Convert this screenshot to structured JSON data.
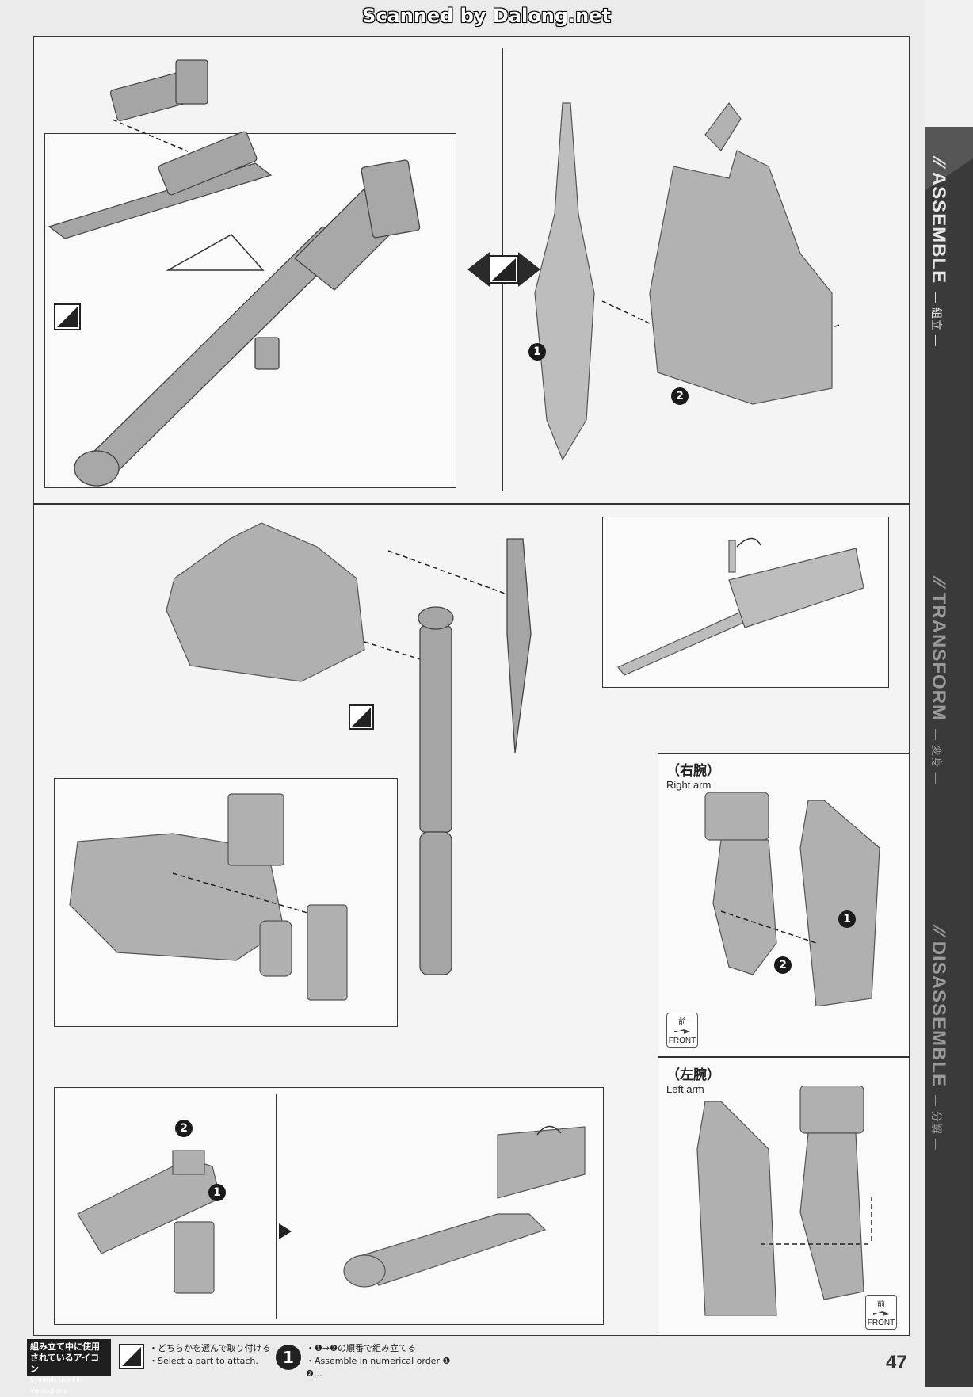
{
  "header": {
    "scan_credit": "Scanned by Dalong.net"
  },
  "sidebar": {
    "sections": [
      {
        "en": "ASSEMBLE",
        "jp": "— 組立 —",
        "active": true
      },
      {
        "en": "TRANSFORM",
        "jp": "— 変身 —",
        "active": false
      },
      {
        "en": "DISASSEMBLE",
        "jp": "— 分解 —",
        "active": false
      }
    ]
  },
  "panels": {
    "right_arm": {
      "jp": "（右腕）",
      "en": "Right arm"
    },
    "left_arm": {
      "jp": "（左腕）",
      "en": "Left arm"
    },
    "front_badge": {
      "jp": "前",
      "en": "FRONT"
    }
  },
  "steps": {
    "one": "1",
    "two": "2"
  },
  "legend": {
    "title_jp_1": "組み立て中に使用",
    "title_jp_2": "されているアイコン",
    "title_en": "Symbols used in instructions",
    "select_jp": "・どちらかを選んで取り付ける",
    "select_en": "・Select a part to attach.",
    "order_jp": "・❶→❷の順番で組み立てる",
    "order_en": "・Assemble in numerical order ❶ ❷...",
    "order_icon": "1"
  },
  "page_number": "47",
  "colors": {
    "sidebar": "#3a3a3a",
    "panel_border": "#333333",
    "part_fill": "#9a9a9a"
  }
}
